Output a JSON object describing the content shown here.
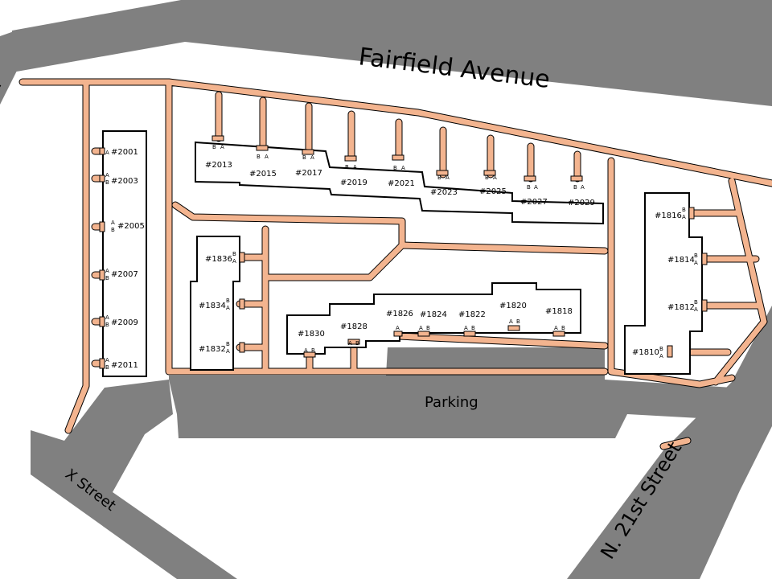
{
  "streets": {
    "fairfield": "Fairfield Avenue",
    "x_street": "X Street",
    "n21": "N. 21st Street",
    "parking": "Parking",
    "partial": "t"
  },
  "units": {
    "u2001": "#2001",
    "u2003": "#2003",
    "u2005": "#2005",
    "u2007": "#2007",
    "u2009": "#2009",
    "u2011": "#2011",
    "u2013": "#2013",
    "u2015": "#2015",
    "u2017": "#2017",
    "u2019": "#2019",
    "u2021": "#2021",
    "u2023": "#2023",
    "u2025": "#2025",
    "u2027": "#2027",
    "u2029": "#2029",
    "u1836": "#1836",
    "u1834": "#1834",
    "u1832": "#1832",
    "u1830": "#1830",
    "u1828": "#1828",
    "u1826": "#1826",
    "u1824": "#1824",
    "u1822": "#1822",
    "u1820": "#1820",
    "u1818": "#1818",
    "u1816": "#1816",
    "u1814": "#1814",
    "u1812": "#1812",
    "u1810": "#1810"
  },
  "doors": {
    "a": "A",
    "b": "B"
  },
  "colors": {
    "road": "#808080",
    "walkway": "#f3b48f",
    "building": "#ffffff"
  }
}
